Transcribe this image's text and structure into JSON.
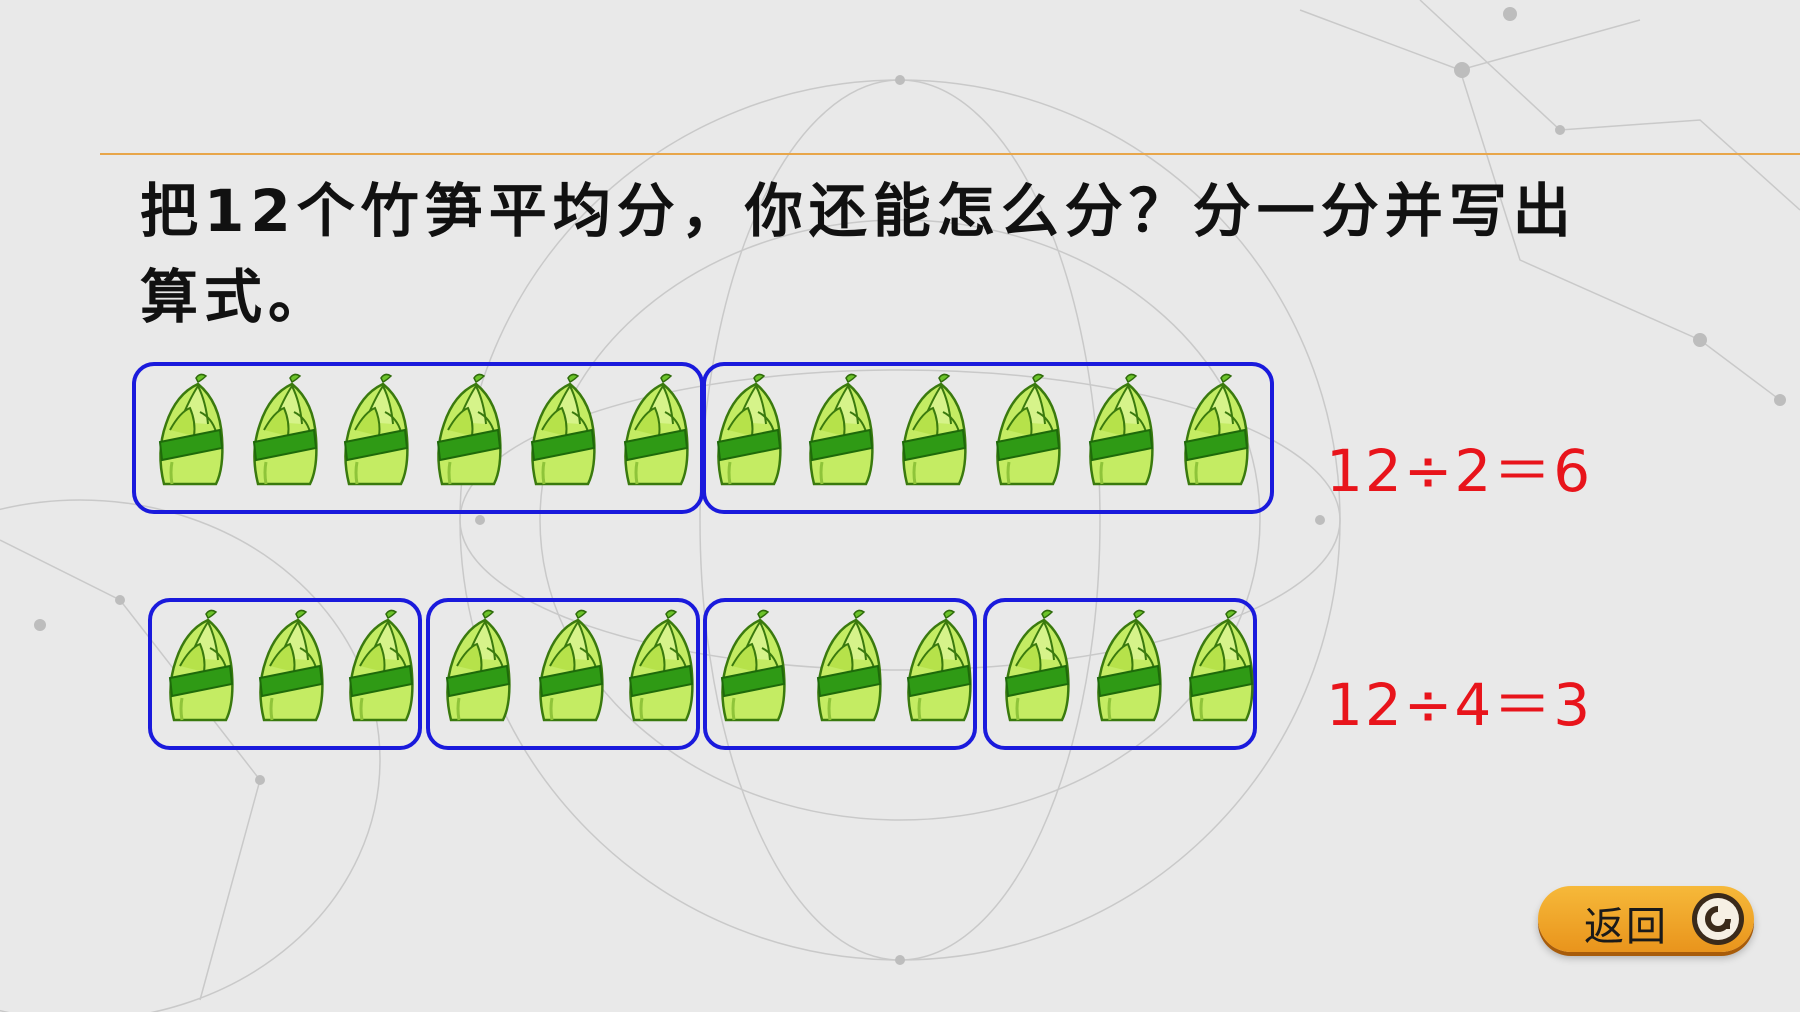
{
  "question": {
    "line1": "把12个竹笋平均分，你还能怎么分？分一分并写出",
    "line2": "算式。"
  },
  "rows": [
    {
      "groups": 2,
      "per_group": 6,
      "equation": "12÷2＝6"
    },
    {
      "groups": 4,
      "per_group": 3,
      "equation": "12÷4＝3"
    }
  ],
  "back_button": {
    "label": "返回",
    "icon": "return-arrow-icon"
  },
  "colors": {
    "group_border": "#1a1adc",
    "equation": "#e8141b",
    "rule": "#e8a64a",
    "button": "#f0a22a"
  }
}
